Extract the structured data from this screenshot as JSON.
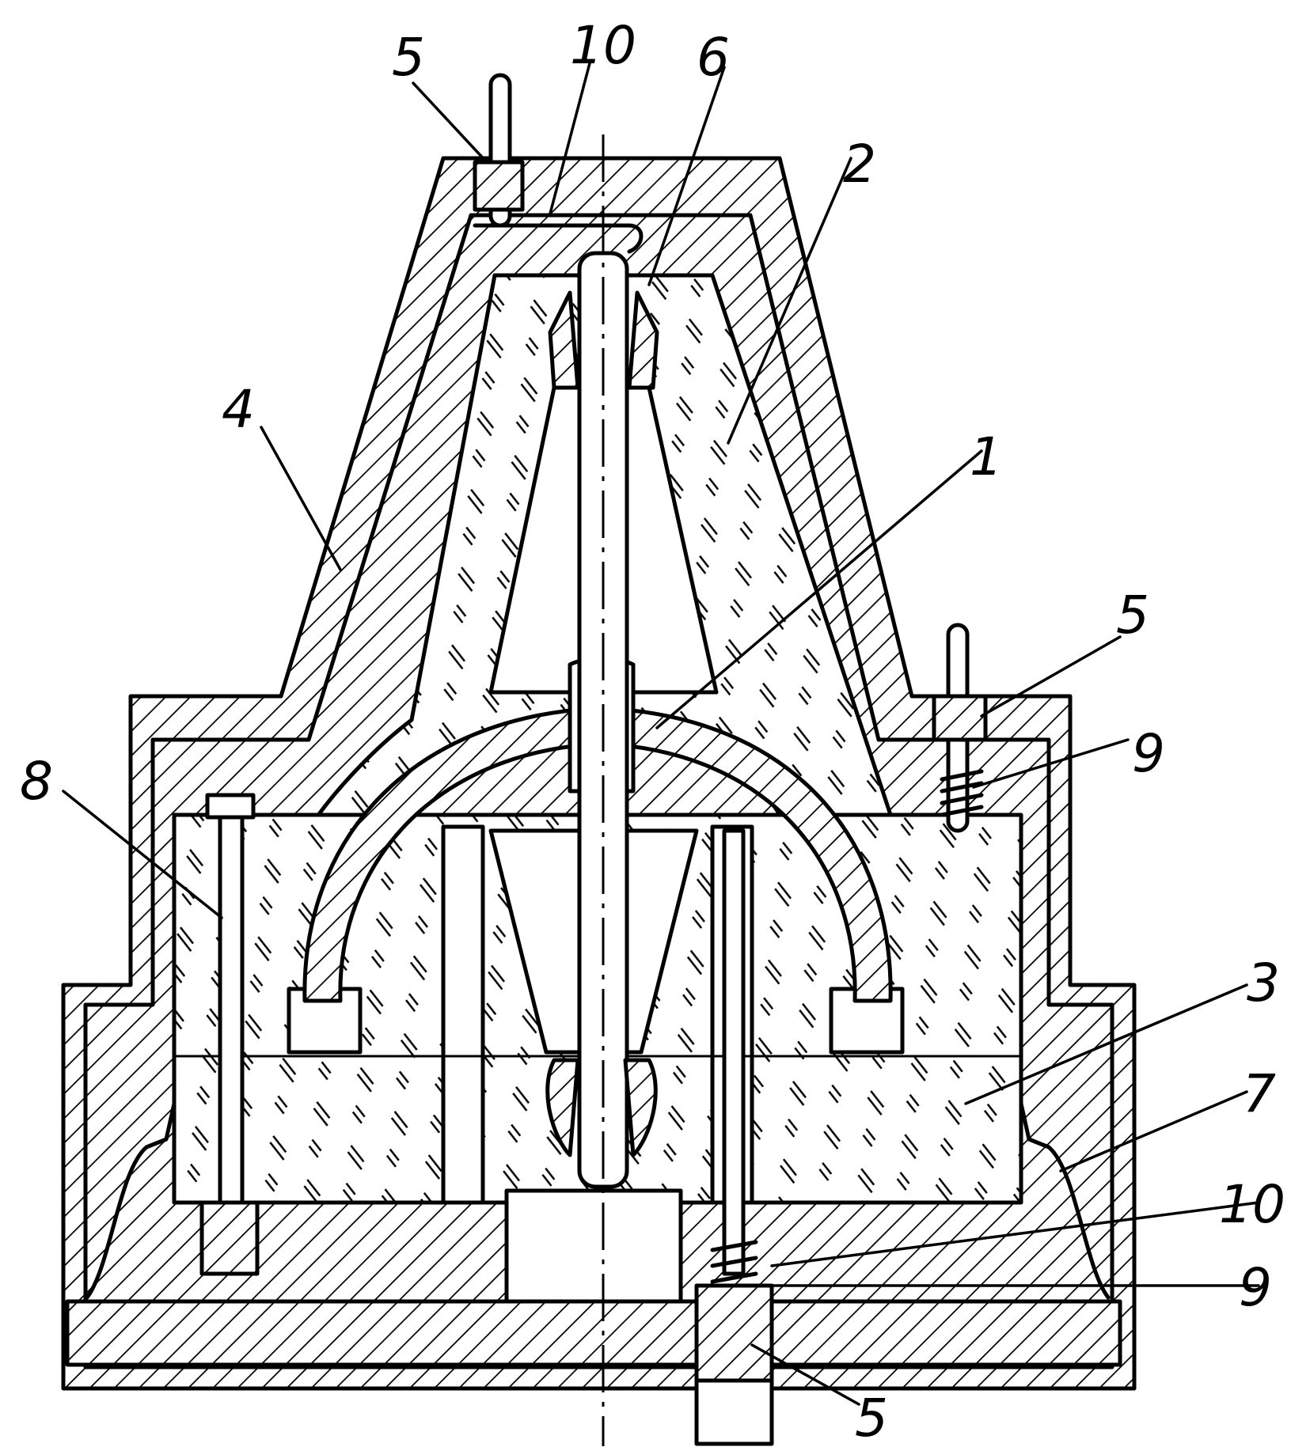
{
  "labels": {
    "top_left_5": "5",
    "top_10": "10",
    "top_6": "6",
    "label_2": "2",
    "label_4": "4",
    "label_1": "1",
    "right_5": "5",
    "right_9": "9",
    "label_8": "8",
    "label_3": "3",
    "label_7": "7",
    "bottom_10": "10",
    "bottom_9": "9",
    "bottom_5": "5"
  }
}
